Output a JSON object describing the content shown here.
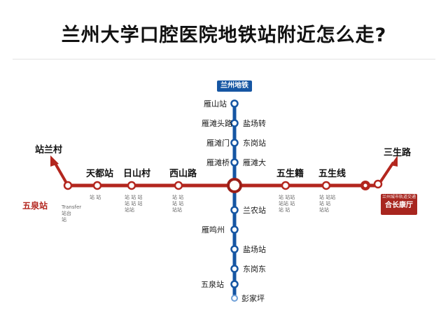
{
  "title": "兰州大学口腔医院地铁站附近怎么走?",
  "colors": {
    "blue_line": "#1656a3",
    "red_line": "#b3261e",
    "badge": "#1656a3",
    "box": "#a8261f"
  },
  "vertical_line": {
    "badge": "兰州地铁",
    "north_stations": [
      {
        "left": "雁山站",
        "right": ""
      },
      {
        "left": "雁滩头路",
        "right": "盐场转"
      },
      {
        "left": "雁滩门",
        "right": "东岗站"
      },
      {
        "left": "雁滩桥",
        "right": "雁滩大"
      }
    ],
    "south_stations": [
      {
        "left": "",
        "right": "兰农站"
      },
      {
        "left": "雁鸣州",
        "right": ""
      },
      {
        "left": "",
        "right": "盐场站"
      },
      {
        "left": "",
        "right": "东岗东"
      },
      {
        "left": "五泉站",
        "right": ""
      },
      {
        "left": "",
        "right": "彭家坪"
      }
    ]
  },
  "horizontal_line": {
    "west_end_label": "站兰村",
    "west_terminal_label": "五泉站",
    "west_stations": [
      {
        "name": "",
        "sub": "Transfer\n站台\n站"
      },
      {
        "name": "天都站",
        "sub": "站 站"
      },
      {
        "name": "日山村",
        "sub": "站 站 站\n站 站 站\n站站"
      },
      {
        "name": "西山路",
        "sub": "站 站\n站 站\n站站"
      }
    ],
    "east_stations": [
      {
        "name": "五生籍",
        "sub": "站 站站\n站站 站\n站 站"
      },
      {
        "name": "五生线",
        "sub": "站 站站\n站 站\n站站"
      }
    ],
    "east_end_label": "三生路",
    "east_box": {
      "small": "兰州城市轨道交通",
      "big": "合长康厅"
    }
  }
}
